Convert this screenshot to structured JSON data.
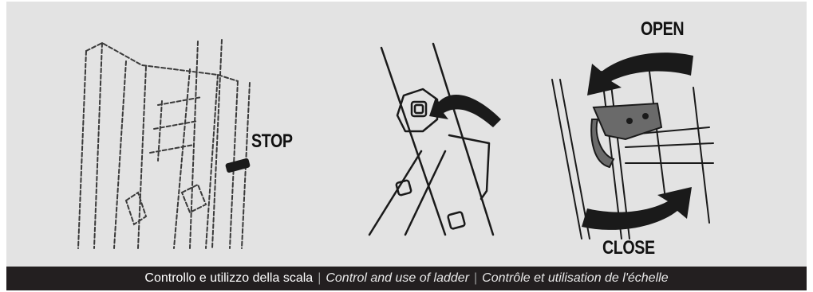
{
  "figures": {
    "left": {
      "label": "STOP"
    },
    "right": {
      "label_open": "OPEN",
      "label_close": "CLOSE"
    }
  },
  "caption": {
    "italian": "Controllo e utilizzo della scala",
    "english": "Control and use of ladder",
    "french": "Contrôle et utilisation de l'échelle",
    "separator": "|"
  },
  "colors": {
    "panel_background": "#e3e3e3",
    "caption_background": "#231f20",
    "caption_text": "#ffffff"
  }
}
